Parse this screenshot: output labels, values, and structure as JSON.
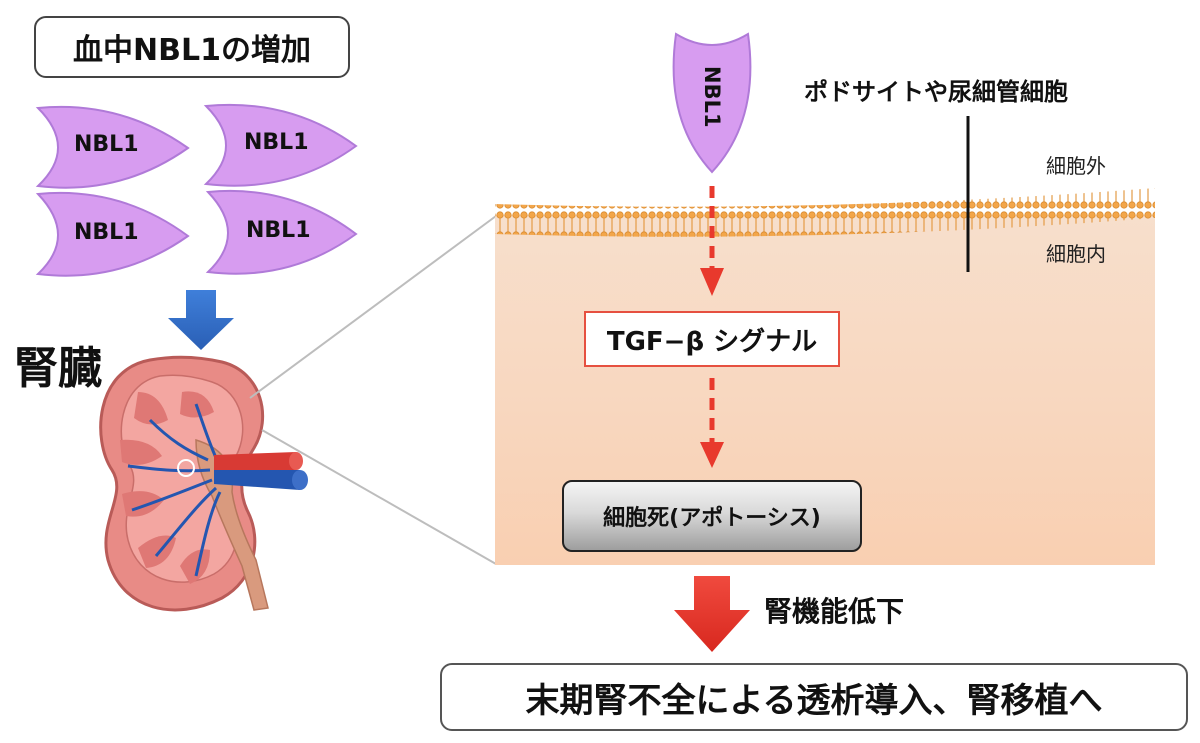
{
  "title": "血中NBL1の増加",
  "protein_label": "NBL1",
  "organ_label": "腎臓",
  "cell_types": "ポドサイトや尿細管細胞",
  "extracellular": "細胞外",
  "intracellular": "細胞内",
  "signal": "TGF−β シグナル",
  "cell_death": "細胞死(アポトーシス)",
  "function_decline": "腎機能低下",
  "outcome": "末期腎不全による透析導入、腎移植へ",
  "colors": {
    "protein": "#d79cf0",
    "protein_stroke": "#a56ad0",
    "down_arrow_blue": "#2e6cc8",
    "arrow_red": "#e8392d",
    "dashed_red": "#e8392d",
    "membrane": "#f0a040"
  }
}
